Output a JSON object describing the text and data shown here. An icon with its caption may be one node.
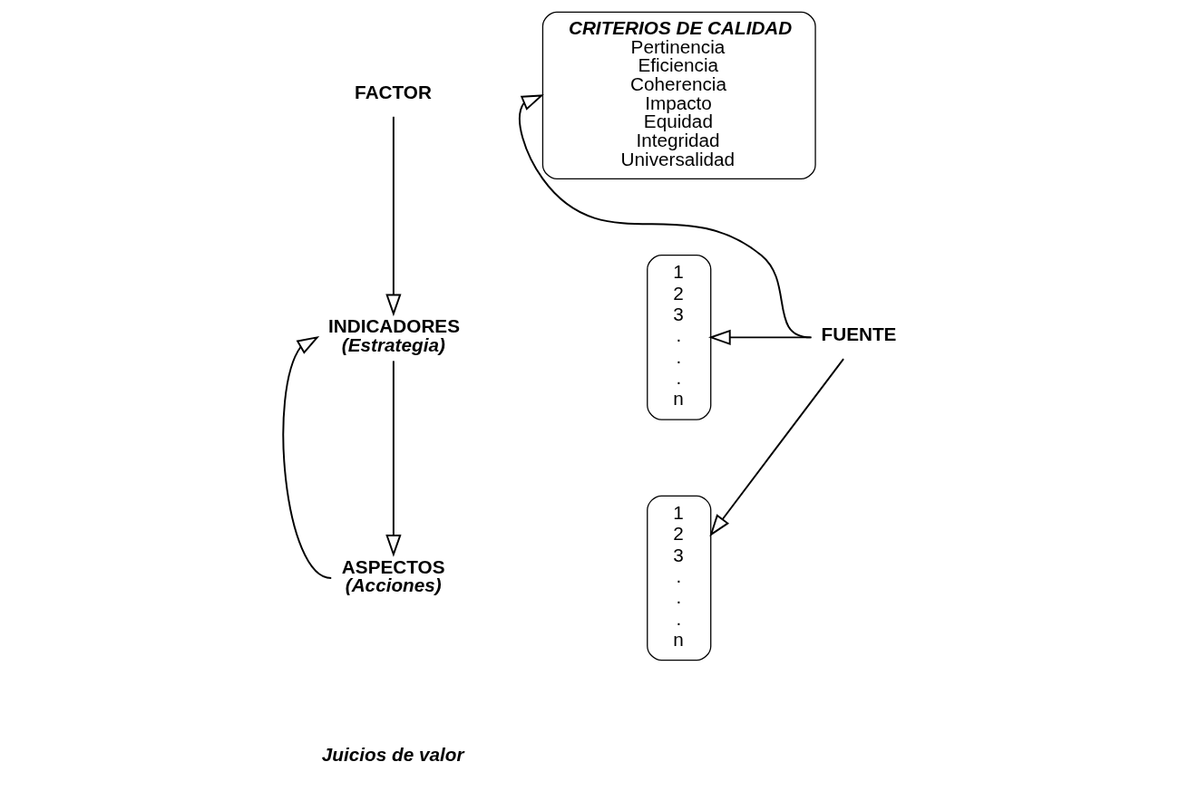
{
  "diagram": {
    "nodes": [
      {
        "text": [
          "FACTOR"
        ]
      },
      {
        "text": [
          "CRITERIOS DE CALIDAD",
          "Pertinencia",
          "Eficiencia",
          "Coherencia",
          "Impacto",
          "Equidad",
          "Integridad",
          "Universalidad"
        ]
      },
      {
        "text": [
          "INDICADORES",
          "(Estrategia)"
        ]
      },
      {
        "text": [
          "1",
          "2",
          "3",
          ".",
          ".",
          ".",
          "n"
        ]
      },
      {
        "text": [
          "ASPECTOS",
          "(Acciones)"
        ]
      },
      {
        "text": [
          "1",
          "2",
          "3",
          ".",
          ".",
          ".",
          "n"
        ]
      },
      {
        "text": [
          "FUENTE"
        ]
      }
    ],
    "edges": [
      {
        "from": 0,
        "to": 2,
        "arrow": "to"
      },
      {
        "from": 2,
        "to": 4,
        "arrow": "to"
      },
      {
        "from": 4,
        "to": 2,
        "arrow": "to"
      },
      {
        "from": 6,
        "to": 1,
        "arrow": "to"
      },
      {
        "from": 6,
        "to": 3,
        "arrow": "to"
      },
      {
        "from": 6,
        "to": 5,
        "arrow": "to"
      }
    ],
    "labels": [
      "Juicios de valor"
    ]
  }
}
